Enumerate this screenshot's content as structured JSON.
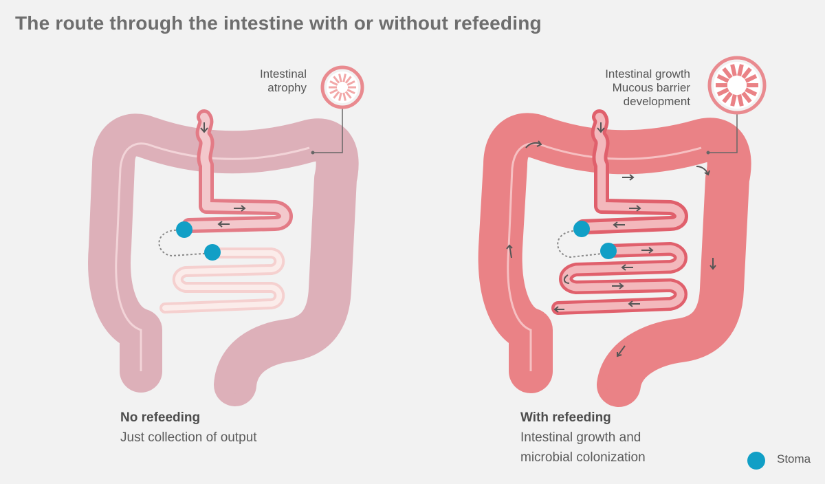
{
  "title": "The route through the intestine with or without refeeding",
  "left": {
    "callout_lines": [
      "Intestinal",
      "atrophy"
    ],
    "caption_title": "No refeeding",
    "caption_text": "Just collection of output"
  },
  "right": {
    "callout_lines": [
      "Intestinal growth",
      "Mucous barrier",
      "development"
    ],
    "caption_title": "With refeeding",
    "caption_lines": [
      "Intestinal growth and",
      "microbial colonization"
    ]
  },
  "legend": {
    "label": "Stoma"
  },
  "colors": {
    "stoma": "#119fc6",
    "colon_faded": "#ddb0b9",
    "colon_active": "#ea8286",
    "gut_outline": "#e0606c",
    "arrow": "#555555"
  }
}
